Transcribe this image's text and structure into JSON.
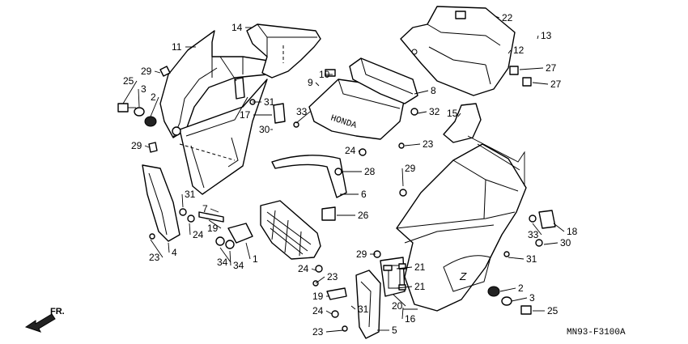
{
  "diagram": {
    "diagram_code": "MN93-F3100A",
    "direction_label": "FR.",
    "brand_mark": "HONDA",
    "callouts": [
      {
        "id": "c1",
        "text": "1"
      },
      {
        "id": "c2a",
        "text": "2"
      },
      {
        "id": "c2b",
        "text": "2"
      },
      {
        "id": "c3a",
        "text": "3"
      },
      {
        "id": "c3b",
        "text": "3"
      },
      {
        "id": "c4",
        "text": "4"
      },
      {
        "id": "c5",
        "text": "5"
      },
      {
        "id": "c6",
        "text": "6"
      },
      {
        "id": "c7",
        "text": "7"
      },
      {
        "id": "c8",
        "text": "8"
      },
      {
        "id": "c9",
        "text": "9"
      },
      {
        "id": "c10",
        "text": "10"
      },
      {
        "id": "c11",
        "text": "11"
      },
      {
        "id": "c12",
        "text": "12"
      },
      {
        "id": "c13",
        "text": "13"
      },
      {
        "id": "c14",
        "text": "14"
      },
      {
        "id": "c15",
        "text": "15"
      },
      {
        "id": "c16",
        "text": "16"
      },
      {
        "id": "c17",
        "text": "17"
      },
      {
        "id": "c18",
        "text": "18"
      },
      {
        "id": "c19a",
        "text": "19"
      },
      {
        "id": "c19b",
        "text": "19"
      },
      {
        "id": "c20",
        "text": "20"
      },
      {
        "id": "c21a",
        "text": "21"
      },
      {
        "id": "c21b",
        "text": "21"
      },
      {
        "id": "c22",
        "text": "22"
      },
      {
        "id": "c23a",
        "text": "23"
      },
      {
        "id": "c23b",
        "text": "23"
      },
      {
        "id": "c23c",
        "text": "23"
      },
      {
        "id": "c23d",
        "text": "23"
      },
      {
        "id": "c24a",
        "text": "24"
      },
      {
        "id": "c24b",
        "text": "24"
      },
      {
        "id": "c24c",
        "text": "24"
      },
      {
        "id": "c24d",
        "text": "24"
      },
      {
        "id": "c25a",
        "text": "25"
      },
      {
        "id": "c25b",
        "text": "25"
      },
      {
        "id": "c26",
        "text": "26"
      },
      {
        "id": "c27a",
        "text": "27"
      },
      {
        "id": "c27b",
        "text": "27"
      },
      {
        "id": "c28",
        "text": "28"
      },
      {
        "id": "c29a",
        "text": "29"
      },
      {
        "id": "c29b",
        "text": "29"
      },
      {
        "id": "c29c",
        "text": "29"
      },
      {
        "id": "c29d",
        "text": "29"
      },
      {
        "id": "c30a",
        "text": "30"
      },
      {
        "id": "c30b",
        "text": "30"
      },
      {
        "id": "c31a",
        "text": "31"
      },
      {
        "id": "c31b",
        "text": "31"
      },
      {
        "id": "c31c",
        "text": "31"
      },
      {
        "id": "c31d",
        "text": "31"
      },
      {
        "id": "c32",
        "text": "32"
      },
      {
        "id": "c33a",
        "text": "33"
      },
      {
        "id": "c33b",
        "text": "33"
      },
      {
        "id": "c34a",
        "text": "34"
      },
      {
        "id": "c34b",
        "text": "34"
      }
    ]
  }
}
